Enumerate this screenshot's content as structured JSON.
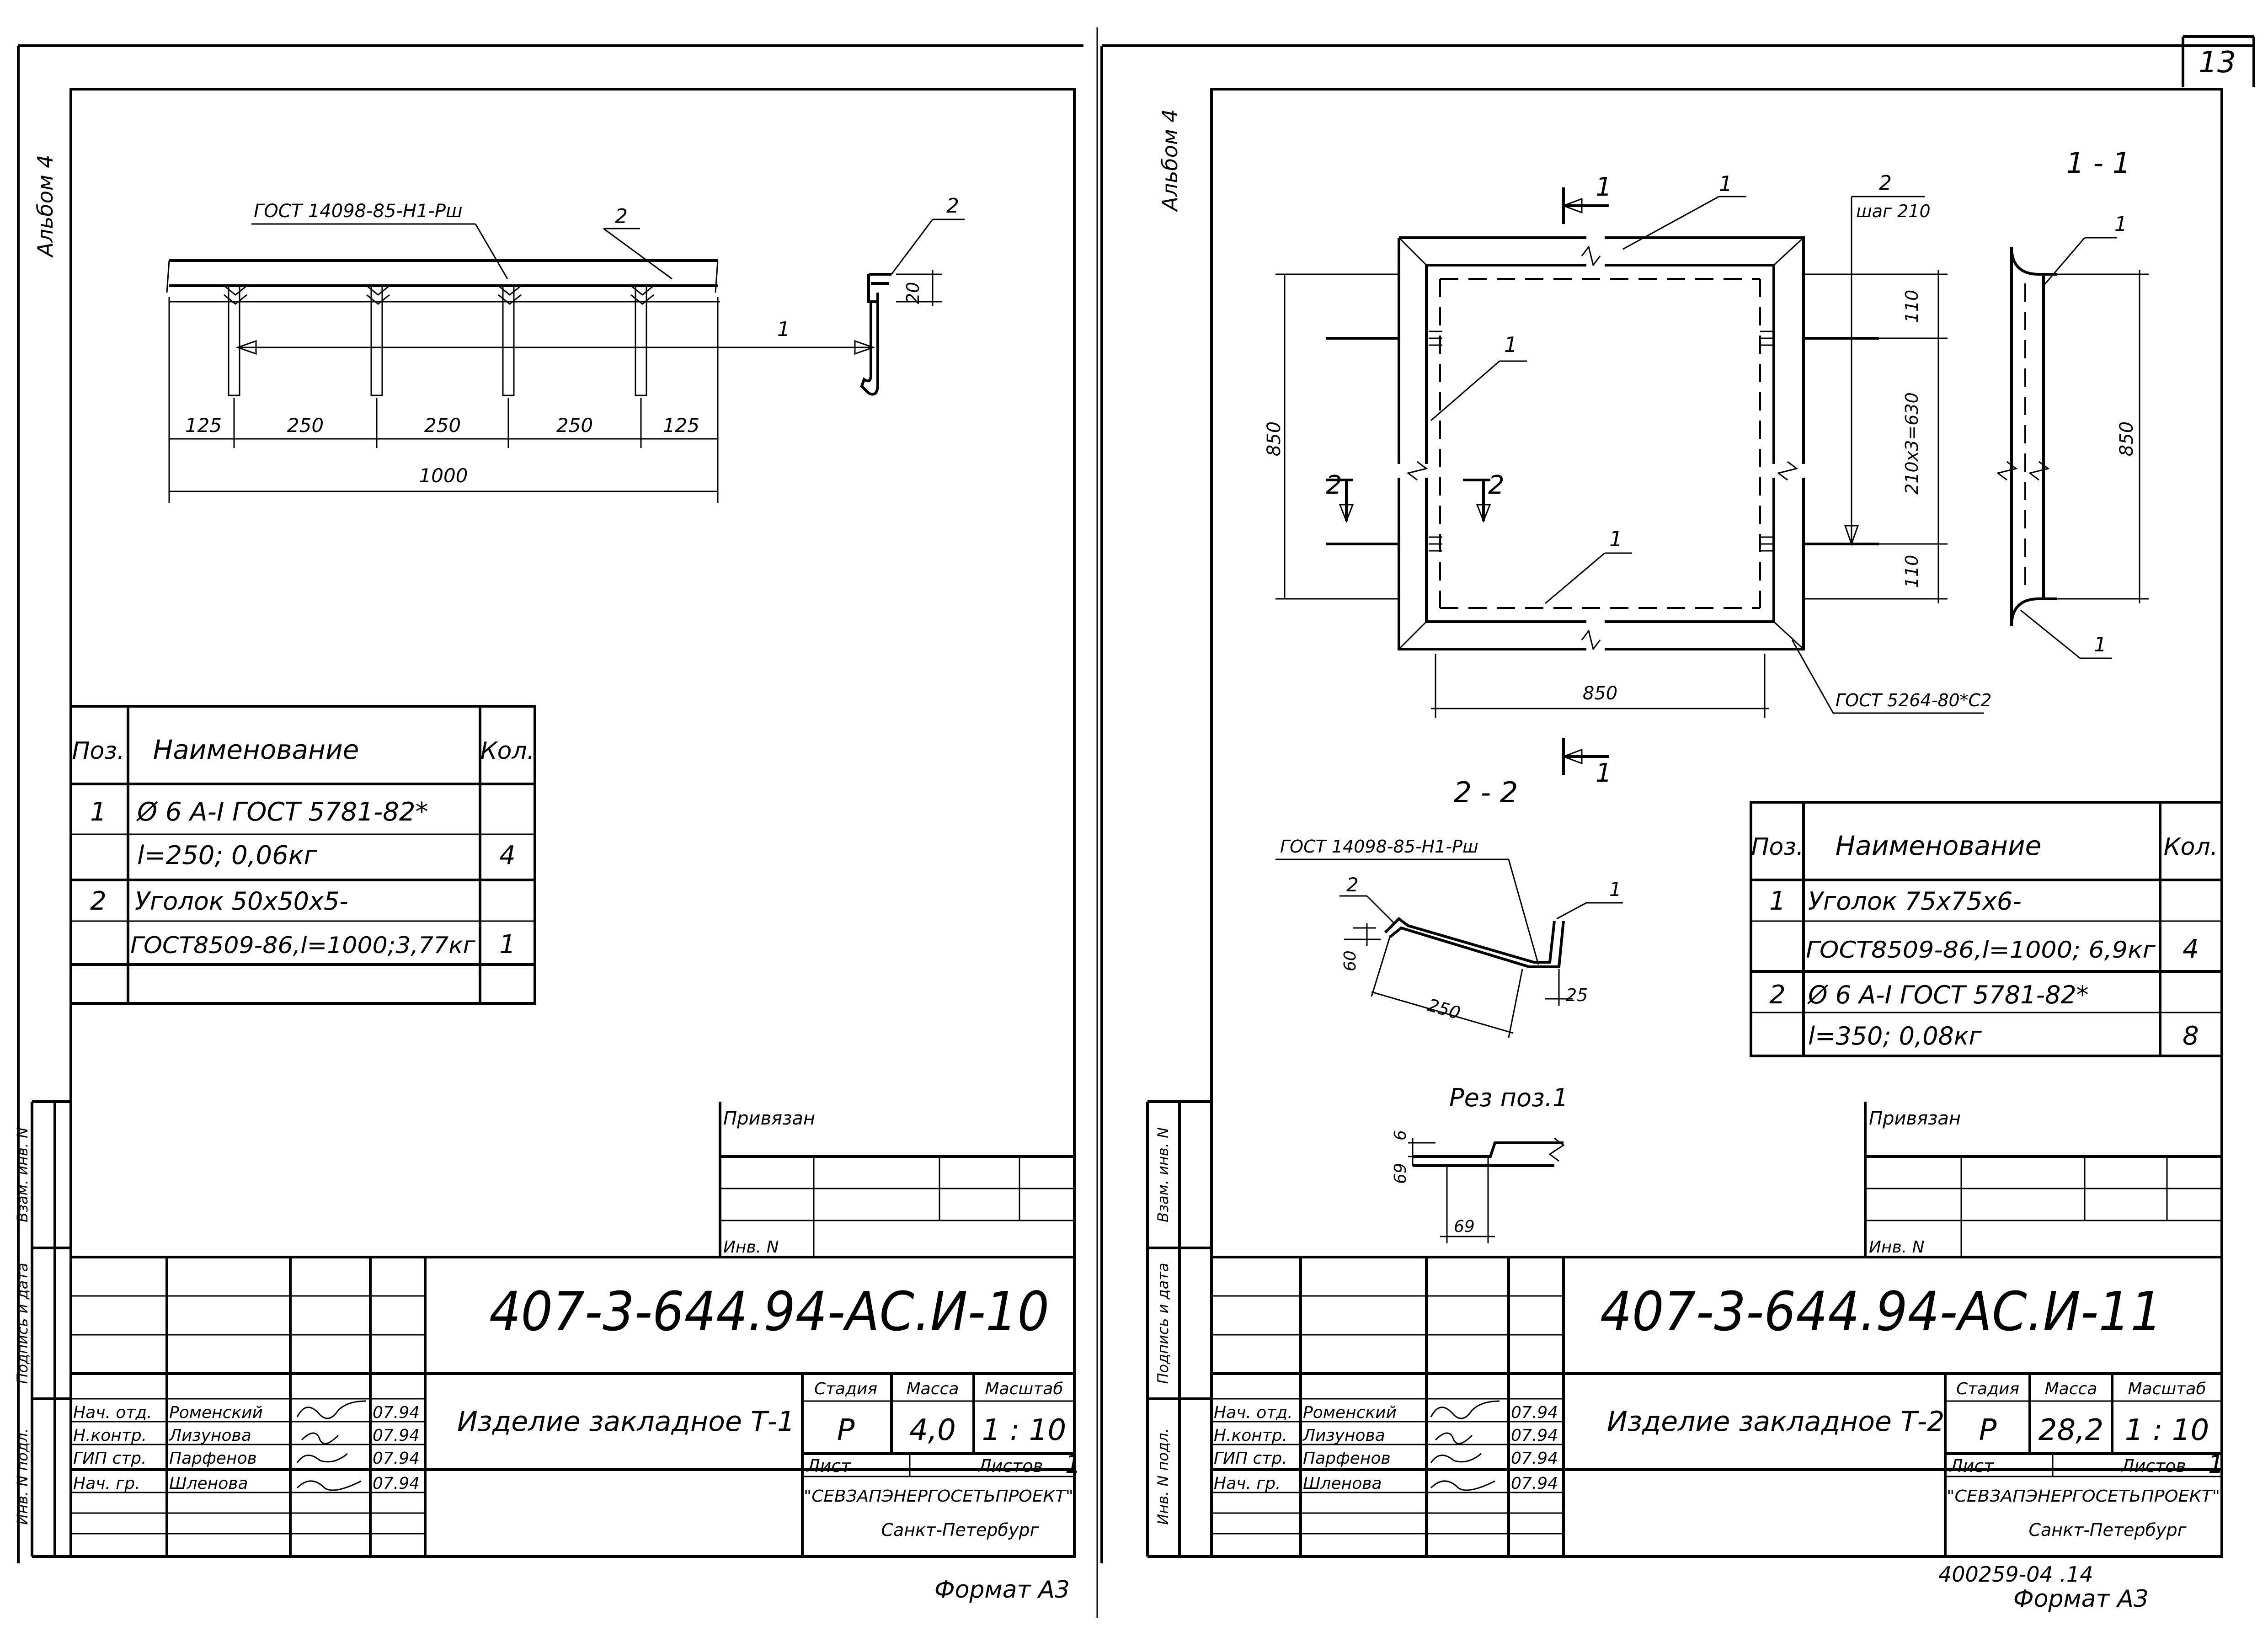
{
  "page_number": "13",
  "album_label": "Альбом   4",
  "left_sheet": {
    "gost_weld": "ГОСТ 14098-85-Н1-Рш",
    "pos_labels": {
      "p1": "1",
      "p2": "2",
      "p2b": "2"
    },
    "dims": {
      "d125a": "125",
      "d250a": "250",
      "d250b": "250",
      "d250c": "250",
      "d125b": "125",
      "d1000": "1000",
      "d20": "20"
    },
    "spec": {
      "headers": {
        "pos": "Поз.",
        "name": "Наименование",
        "qty": "Кол."
      },
      "rows": [
        {
          "pos": "1",
          "name": "Ø 6 А-Ⅰ ГОСТ 5781-82*",
          "qty": ""
        },
        {
          "pos": "",
          "name": "l=250;   0,06кг",
          "qty": "4"
        },
        {
          "pos": "2",
          "name": "Уголок 50х50х5-",
          "qty": ""
        },
        {
          "pos": "",
          "name": "ГОСТ8509-86,l=1000;3,77кг",
          "qty": "1"
        }
      ]
    },
    "privyazan": "Привязан",
    "inv_no": "Инв. N",
    "doc_code": "407-3-644.94-АС.И-10",
    "title": "Изделие закладное Т-1",
    "stage_h": "Стадия",
    "mass_h": "Масса",
    "scale_h": "Масштаб",
    "stage": "Р",
    "mass": "4,0",
    "scale": "1 : 10",
    "sheet_h": "Лист",
    "sheets_h": "Листов",
    "sheets": "1",
    "org": "\"СЕВЗАПЭНЕРГОСЕТЬПРОЕКТ\"",
    "city": "Санкт-Петербург",
    "people": [
      {
        "role": "Нач. отд.",
        "name": "Роменский",
        "date": "07.94"
      },
      {
        "role": "Н.контр.",
        "name": "Лизунова",
        "date": "07.94"
      },
      {
        "role": "ГИП стр.",
        "name": "Парфенов",
        "date": "07.94"
      },
      {
        "role": "Нач. гр.",
        "name": "Шленова",
        "date": "07.94"
      }
    ],
    "side_labels": {
      "vzam": "Взам. инв. N",
      "podp": "Подпись и дата",
      "inv_podl": "Инв. N подл."
    },
    "format": "Формат А3"
  },
  "right_sheet": {
    "section_1_1": "1 - 1",
    "section_2_2": "2 - 2",
    "cut_label_1": "1",
    "cut_label_2": "2",
    "pos1": "1",
    "pos2": "2",
    "step": "шаг 210",
    "dims": {
      "d850v": "850",
      "d850h": "850",
      "d850s": "850",
      "d110a": "110",
      "d110b": "110",
      "d630": "210х3=630",
      "d60": "60",
      "d250": "250",
      "d25": "25",
      "d69v": "69",
      "d6": "6",
      "d69h": "69"
    },
    "gost_weld_main": "ГОСТ 5264-80*С2",
    "gost_weld_sec": "ГОСТ 14098-85-Н1-Рш",
    "rez": "Рез поз.1",
    "spec": {
      "headers": {
        "pos": "Поз.",
        "name": "Наименование",
        "qty": "Кол."
      },
      "rows": [
        {
          "pos": "1",
          "name": "Уголок 75х75х6-",
          "qty": ""
        },
        {
          "pos": "",
          "name": "ГОСТ8509-86,l=1000; 6,9кг",
          "qty": "4"
        },
        {
          "pos": "2",
          "name": "Ø 6 А-Ⅰ ГОСТ 5781-82*",
          "qty": ""
        },
        {
          "pos": "",
          "name": "l=350;   0,08кг",
          "qty": "8"
        }
      ]
    },
    "privyazan": "Привязан",
    "inv_no": "Инв. N",
    "doc_code": "407-3-644.94-АС.И-11",
    "title": "Изделие закладное Т-2",
    "stage_h": "Стадия",
    "mass_h": "Масса",
    "scale_h": "Масштаб",
    "stage": "Р",
    "mass": "28,2",
    "scale": "1 : 10",
    "sheet_h": "Лист",
    "sheets_h": "Листов",
    "sheets": "1",
    "org": "\"СЕВЗАПЭНЕРГОСЕТЬПРОЕКТ\"",
    "city": "Санкт-Петербург",
    "people": [
      {
        "role": "Нач. отд.",
        "name": "Роменский",
        "date": "07.94"
      },
      {
        "role": "Н.контр.",
        "name": "Лизунова",
        "date": "07.94"
      },
      {
        "role": "ГИП стр.",
        "name": "Парфенов",
        "date": "07.94"
      },
      {
        "role": "Нач. гр.",
        "name": "Шленова",
        "date": "07.94"
      }
    ],
    "side_labels": {
      "vzam": "Взам. инв. N",
      "podp": "Подпись и дата",
      "inv_podl": "Инв. N подл."
    },
    "archive_no": "400259-04   .14",
    "format": "Формат А3"
  }
}
